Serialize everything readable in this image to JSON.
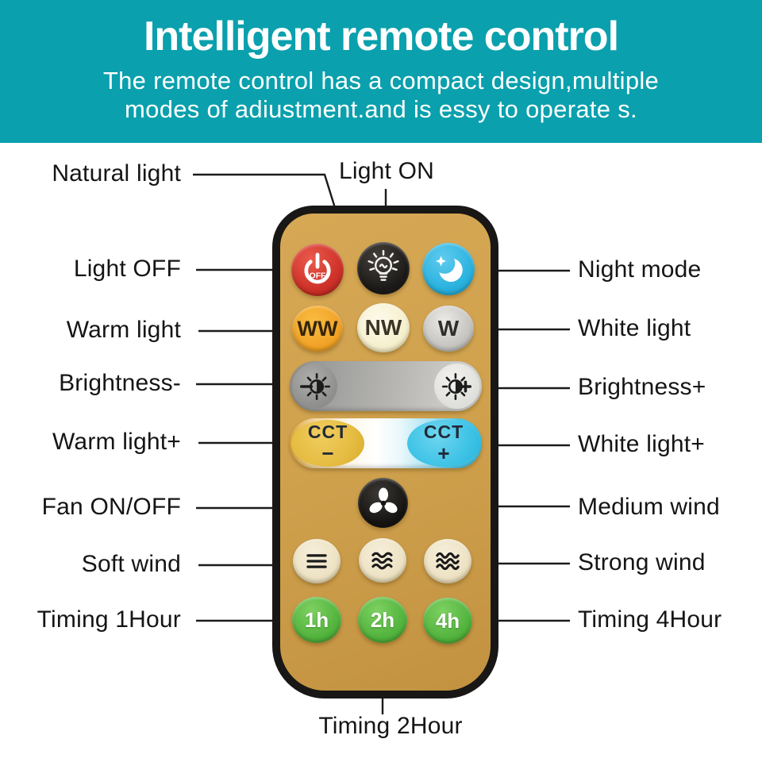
{
  "header": {
    "title": "Intelligent remote control",
    "subtitle_line1": "The remote control has a compact design,multiple",
    "subtitle_line2": "modes of adiustment.and is essy to operate s."
  },
  "callouts": {
    "natural_light": "Natural light",
    "light_on": "Light ON",
    "light_off": "Light OFF",
    "night_mode": "Night mode",
    "warm_light": "Warm light",
    "white_light": "White light",
    "brightness_minus": "Brightness-",
    "brightness_plus": "Brightness+",
    "warm_light_plus": "Warm light+",
    "white_light_plus": "White light+",
    "fan_on_off": "Fan ON/OFF",
    "medium_wind": "Medium wind",
    "soft_wind": "Soft wind",
    "strong_wind": "Strong wind",
    "timing_1hour": "Timing 1Hour",
    "timing_2hour": "Timing 2Hour",
    "timing_4hour": "Timing 4Hour"
  },
  "remote": {
    "buttons": {
      "power": {
        "label": "OFF"
      },
      "warm_white": {
        "label": "WW"
      },
      "natural_white": {
        "label": "NW"
      },
      "white": {
        "label": "W"
      },
      "cct_minus": {
        "title": "CCT",
        "sign": "−"
      },
      "cct_plus": {
        "title": "CCT",
        "sign": "+"
      },
      "timer_1h": {
        "label": "1h"
      },
      "timer_2h": {
        "label": "2h"
      },
      "timer_4h": {
        "label": "4h"
      }
    },
    "icons": [
      "power-icon",
      "light-bulb-icon",
      "moon-star-icon",
      "brightness-minus-icon",
      "brightness-plus-icon",
      "fan-icon",
      "soft-wind-icon",
      "medium-wind-icon",
      "strong-wind-icon"
    ]
  },
  "colors": {
    "header_bg": "#0AA0AD",
    "remote_body_gold": "#D0A24E",
    "remote_border": "#181715",
    "power_red": "#CE3229",
    "night_cyan": "#2BB3DF",
    "warm_white_orange": "#F0A124",
    "natural_white_cream": "#F6F0CE",
    "white_gray": "#C3C2BE",
    "cct_yellow": "#E5BC41",
    "cct_cyan": "#3EC3E6",
    "wind_cream": "#EDE2C3",
    "timer_green": "#52B33D",
    "callout_text": "#151515"
  }
}
